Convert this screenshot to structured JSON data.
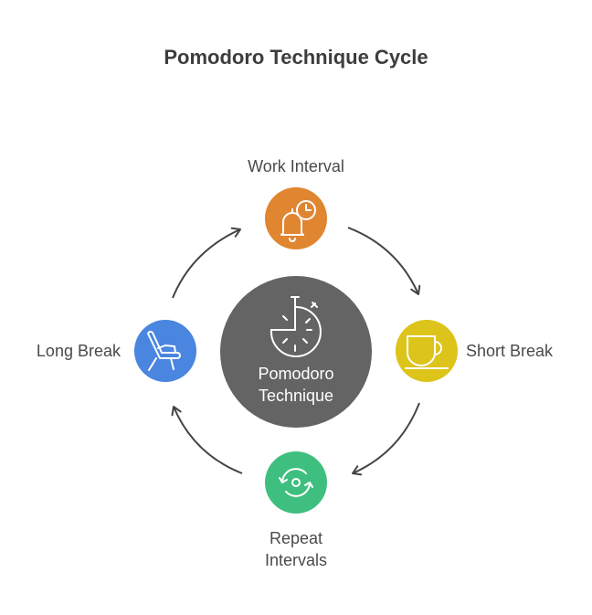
{
  "title": "Pomodoro Technique Cycle",
  "center": {
    "label_line1": "Pomodoro",
    "label_line2": "Technique",
    "icon": "stopwatch-icon",
    "color": "#646464"
  },
  "stages": [
    {
      "id": "work-interval",
      "label": "Work Interval",
      "icon": "alarm-bell-clock-icon",
      "color": "#e08631"
    },
    {
      "id": "short-break",
      "label": "Short Break",
      "icon": "coffee-cup-icon",
      "color": "#dcc41a"
    },
    {
      "id": "repeat-intervals",
      "label_line1": "Repeat",
      "label_line2": "Intervals",
      "icon": "refresh-cycle-icon",
      "color": "#3fbf7f"
    },
    {
      "id": "long-break",
      "label": "Long Break",
      "icon": "lounge-chair-icon",
      "color": "#4a85e0"
    }
  ],
  "arrow_color": "#444444"
}
